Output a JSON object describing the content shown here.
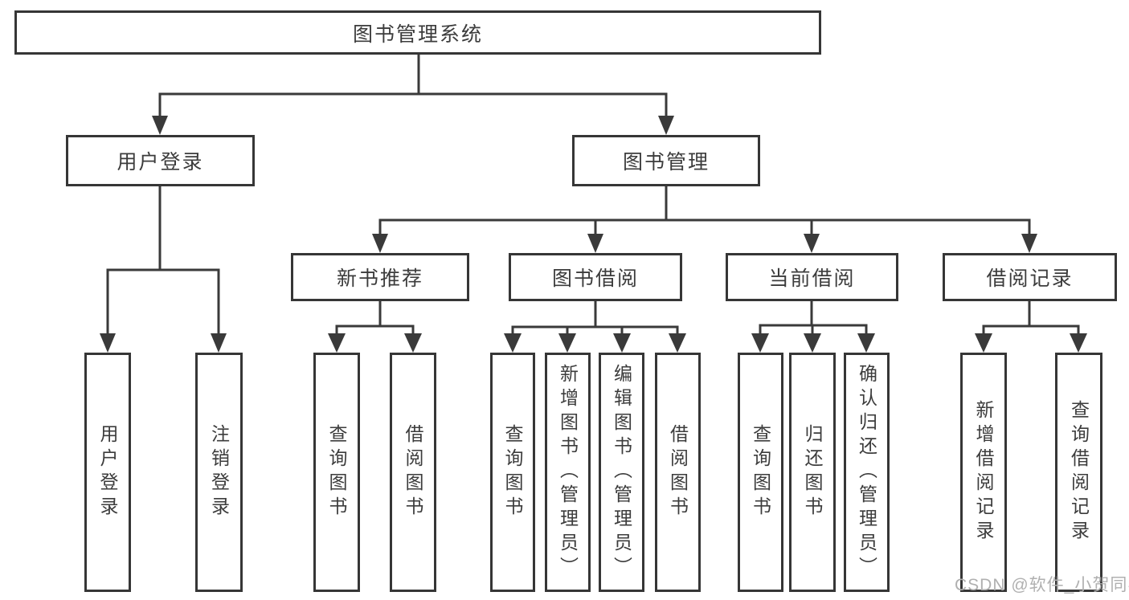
{
  "tree": {
    "label": "图书管理系统",
    "children": [
      {
        "label": "用户登录",
        "children": [
          {
            "label": "用户登录"
          },
          {
            "label": "注销登录"
          }
        ]
      },
      {
        "label": "图书管理",
        "children": [
          {
            "label": "新书推荐",
            "children": [
              {
                "label": "查询图书"
              },
              {
                "label": "借阅图书"
              }
            ]
          },
          {
            "label": "图书借阅",
            "children": [
              {
                "label": "查询图书"
              },
              {
                "label": "新增图书（管理员）"
              },
              {
                "label": "编辑图书（管理员）"
              },
              {
                "label": "借阅图书"
              }
            ]
          },
          {
            "label": "当前借阅",
            "children": [
              {
                "label": "查询图书"
              },
              {
                "label": "归还图书"
              },
              {
                "label": "确认归还（管理员）"
              }
            ]
          },
          {
            "label": "借阅记录",
            "children": [
              {
                "label": "新增借阅记录"
              },
              {
                "label": "查询借阅记录"
              }
            ]
          }
        ]
      }
    ]
  },
  "watermark": {
    "text": "CSDN @软件_小贺同学"
  },
  "colors": {
    "line": "#3a3a3a",
    "box_border": "#363636",
    "text": "#3c3c3c",
    "watermark": "#b0b0b0",
    "background": "#ffffff"
  }
}
